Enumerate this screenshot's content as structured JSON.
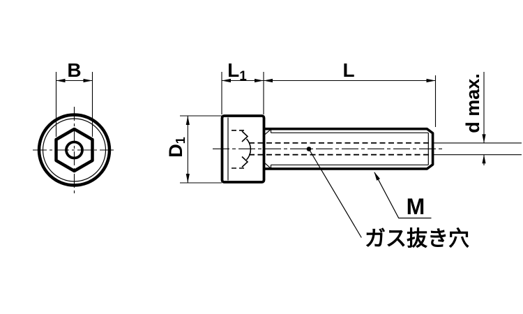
{
  "labels": {
    "B": "B",
    "L1_base": "L",
    "L1_sub": "1",
    "L": "L",
    "D1_base": "D",
    "D1_sub": "1",
    "d_max": "d max.",
    "M": "M",
    "gas_vent": "ガス抜き穴"
  },
  "colors": {
    "line": "#000000",
    "background": "#ffffff"
  }
}
